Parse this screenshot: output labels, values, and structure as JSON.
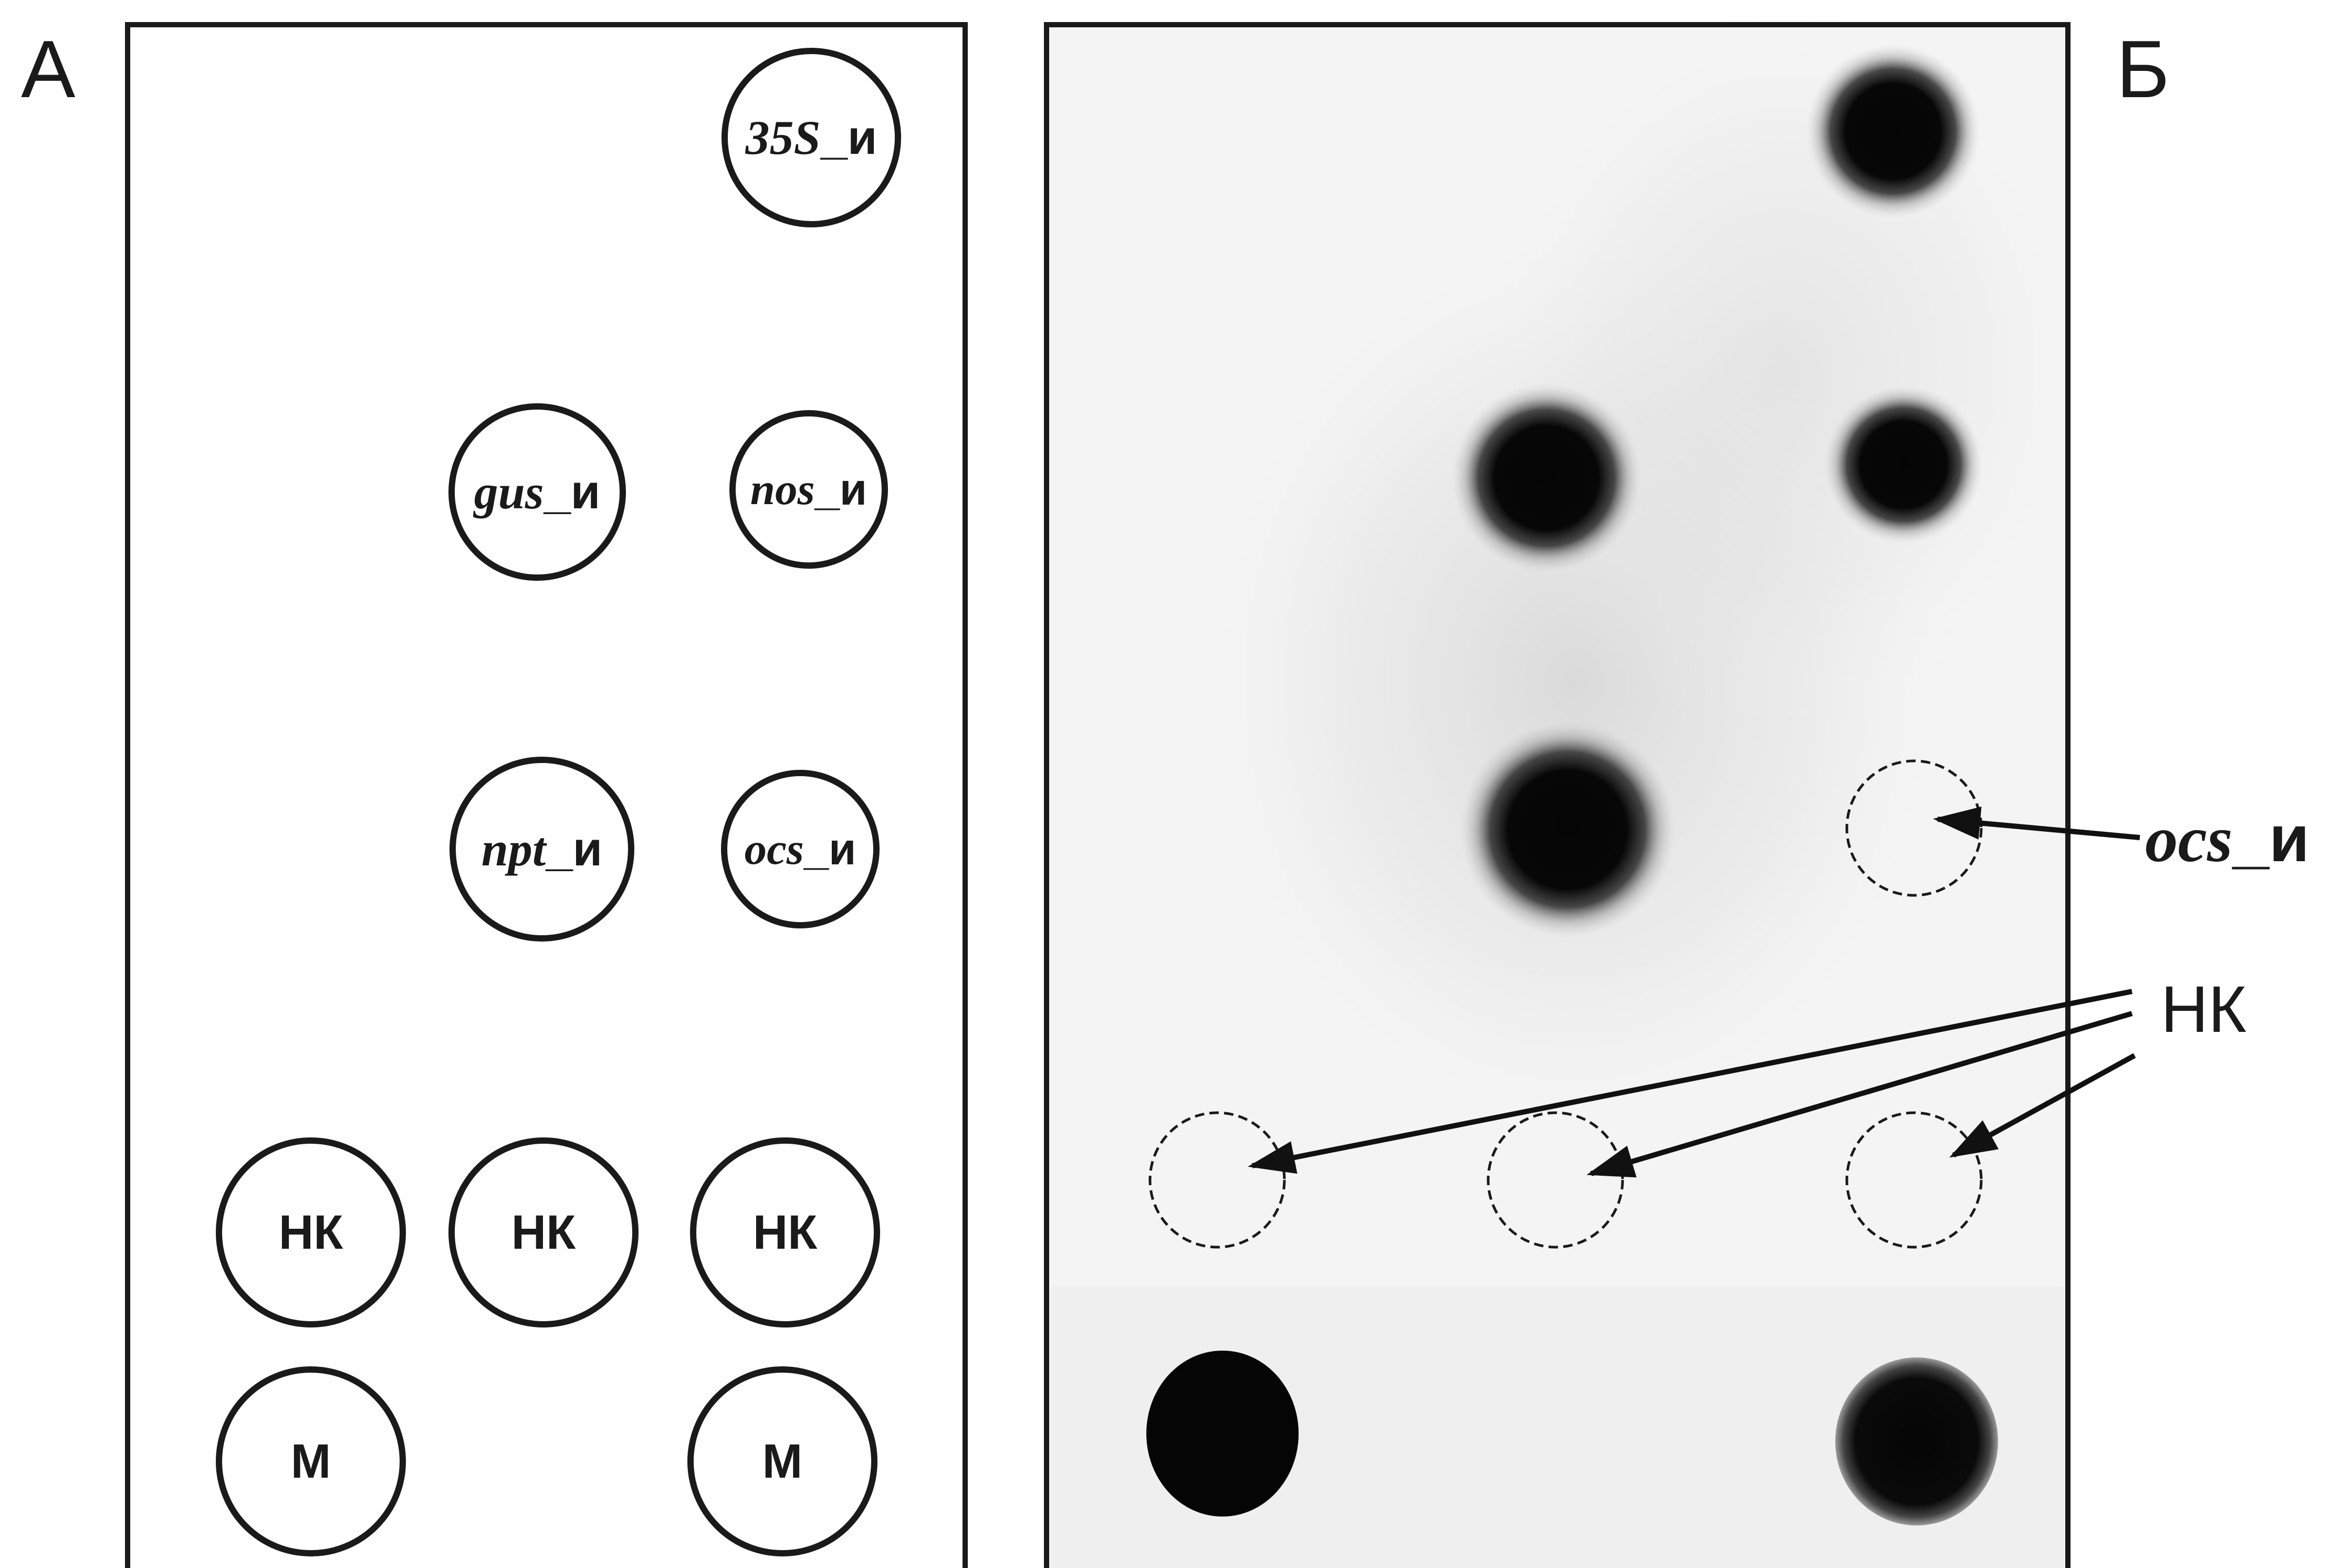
{
  "panels": {
    "a": {
      "letter": "А"
    },
    "b": {
      "letter": "Б"
    }
  },
  "scheme_spots": [
    {
      "id": "35s",
      "gene": "35S",
      "suffix": "_и"
    },
    {
      "id": "gus",
      "gene": "gus",
      "suffix": "_и"
    },
    {
      "id": "nos",
      "gene": "nos",
      "suffix": "_и"
    },
    {
      "id": "npt",
      "gene": "npt",
      "suffix": "_и"
    },
    {
      "id": "ocs",
      "gene": "ocs",
      "suffix": "_и"
    },
    {
      "id": "nk1",
      "text": "НК"
    },
    {
      "id": "nk2",
      "text": "НК"
    },
    {
      "id": "nk3",
      "text": "НК"
    },
    {
      "id": "m1",
      "text": "М"
    },
    {
      "id": "m2",
      "text": "М"
    }
  ],
  "blot_callouts": {
    "ocs": {
      "gene": "ocs",
      "suffix": "_и"
    },
    "nk": "НК"
  },
  "colors": {
    "ink": "#1a1a1a",
    "signal": "#050505",
    "membrane_background": "#f4f4f4"
  }
}
